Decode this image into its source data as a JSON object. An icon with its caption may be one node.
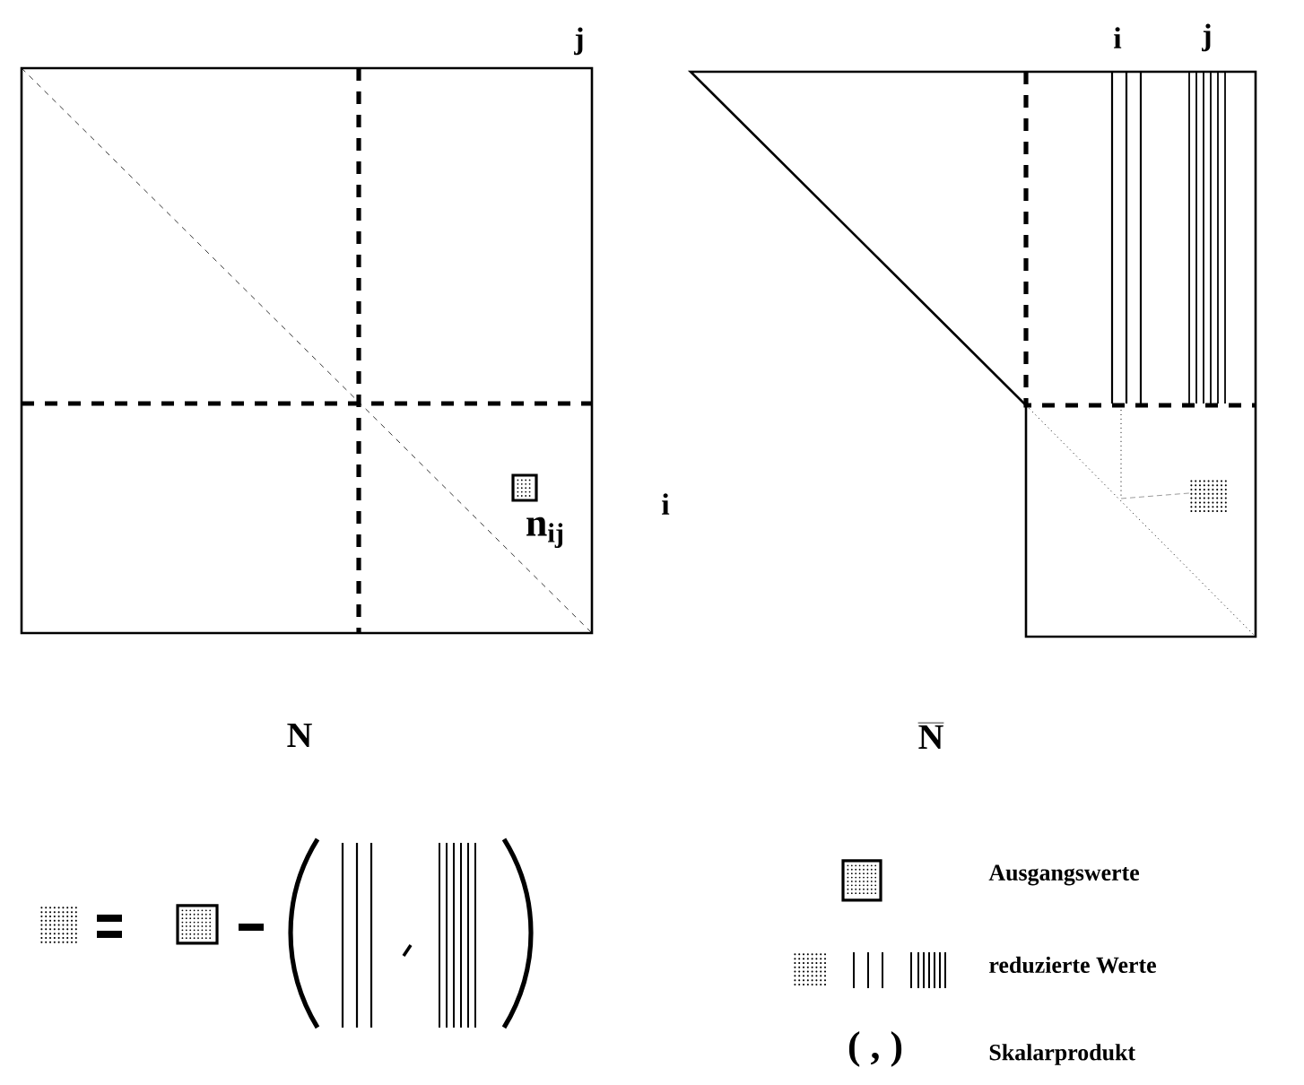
{
  "diagram": {
    "labels": [
      "j",
      "i",
      "n$_{ij}$",
      "N",
      "i",
      "j",
      "N",
      "( , )"
    ],
    "legend": [
      {
        "text": "Ausgangswerte"
      },
      {
        "text": "reduzierte Werte"
      },
      {
        "text": "Skalarprodukt"
      }
    ]
  }
}
